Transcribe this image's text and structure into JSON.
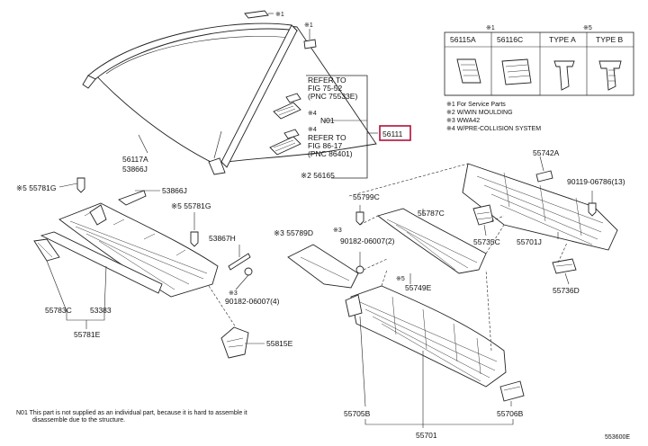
{
  "callouts": {
    "c1": "※1",
    "c1b": "※1",
    "c4a": "※4",
    "c4b": "※4",
    "c2": "※2 56165",
    "c5a": "※5 55781G",
    "c5b": "※5 55781G",
    "c3a": "※3 55789D",
    "c3b": "※3",
    "c3c": "※3",
    "c5c": "※5"
  },
  "refs": {
    "ref1": [
      "REFER TO",
      "FIG 75-52",
      "(PNC 75533E)"
    ],
    "ref2": [
      "REFER TO",
      "FIG 86-17",
      "(PNC 86401)"
    ]
  },
  "labels": {
    "p56117A": "56117A",
    "p53866J_top": "53866J",
    "pN01": "N01",
    "p56111": "56111",
    "p53866J": "53866J",
    "p53867H": "53867H",
    "p55783C": "55783C",
    "p53383": "53383",
    "p55781E": "55781E",
    "p90182a": "90182-06007(4)",
    "p55815E": "55815E",
    "p55799C": "55799C",
    "p55787C": "55787C",
    "p90182b": "90182-06007(2)",
    "p55749E": "55749E",
    "p55705B": "55705B",
    "p55701": "55701",
    "p55706B": "55706B",
    "p55742A": "55742A",
    "p90119": "90119-06786(13)",
    "p55735C": "55735C",
    "p55701J": "55701J",
    "p55736D": "55736D"
  },
  "inset": {
    "c1_header": "※1",
    "c5_header": "※5",
    "col1": "56115A",
    "col2": "56116C",
    "col3": "TYPE A",
    "col4": "TYPE B"
  },
  "notes": [
    "※1 For Service Parts",
    "※2 W/WIN MOULDING",
    "※3 WWA42",
    "※4 W/PRE-COLLISION SYSTEM"
  ],
  "footnote": "N01 This part is not supplied as an individual part, because it is hard to assemble it",
  "footnote2": "disassemble due to the structure.",
  "diagram_id": "553600E"
}
